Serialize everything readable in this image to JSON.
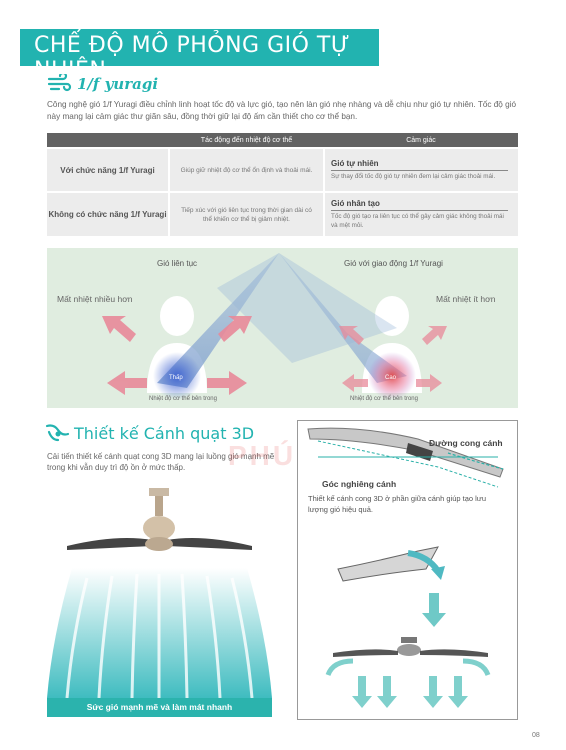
{
  "title": "CHẾ ĐỘ MÔ PHỎNG GIÓ TỰ NHIÊN",
  "yuragi_logo": "1/f yuragi",
  "intro": "Công nghệ gió 1/f Yuragi điều chỉnh linh hoạt tốc độ và lực gió, tạo nên làn gió nhẹ nhàng và dễ chịu như gió tự nhiên. Tốc độ gió này mang lại cảm giác thư giãn sâu, đồng thời giữ lại độ ấm cần thiết cho cơ thể bạn.",
  "table": {
    "headers": [
      "",
      "Tác động đến nhiệt độ cơ thể",
      "Cảm giác"
    ],
    "rows": [
      {
        "label": "Với chức năng 1/f Yuragi",
        "effect": "Giúp giữ nhiệt độ cơ thể ổn định và thoải mái.",
        "feel_title": "Gió tự nhiên",
        "feel_desc": "Sự thay đổi tốc độ gió tự nhiên đem lại cảm giác thoải mái."
      },
      {
        "label": "Không có chức năng 1/f Yuragi",
        "effect": "Tiếp xúc với gió liên tục trong thời gian dài có thể khiến cơ thể bị giảm nhiệt.",
        "feel_title": "Gió nhân tạo",
        "feel_desc": "Tốc độ gió tạo ra liên tục có thể gây cảm giác không thoải mái và mệt mỏi."
      }
    ]
  },
  "simulation": {
    "left_title": "Gió liên tục",
    "right_title": "Gió với giao động 1/f Yuragi",
    "left_loss": "Mất nhiệt nhiều hơn",
    "right_loss": "Mất nhiệt ít hơn",
    "left_temp": "Thấp",
    "right_temp": "Cao",
    "left_caption": "Nhiệt độ cơ thể bên trong",
    "right_caption": "Nhiệt độ cơ thể bên trong"
  },
  "fan3d": {
    "title": "Thiết kế Cánh quạt 3D",
    "desc": "Cải tiến thiết kế cánh quạt cong 3D mang lại luồng gió mạnh mẽ trong khi vẫn duy trì độ ồn ở mức thấp.",
    "bottom_label": "Sức gió mạnh mẽ và làm mát nhanh",
    "curve_label": "Đường cong cánh",
    "angle_label": "Góc nghiêng cánh",
    "blade_desc": "Thiết kế cánh cong 3D ở phần giữa cánh giúp tạo lưu lượng gió hiệu quả."
  },
  "watermark": "PHÚ LỘC",
  "page_number": "08",
  "colors": {
    "accent": "#22b3b0",
    "table_header": "#626262",
    "sim_bg": "#e0ede0",
    "arrow": "#e88a9a"
  }
}
